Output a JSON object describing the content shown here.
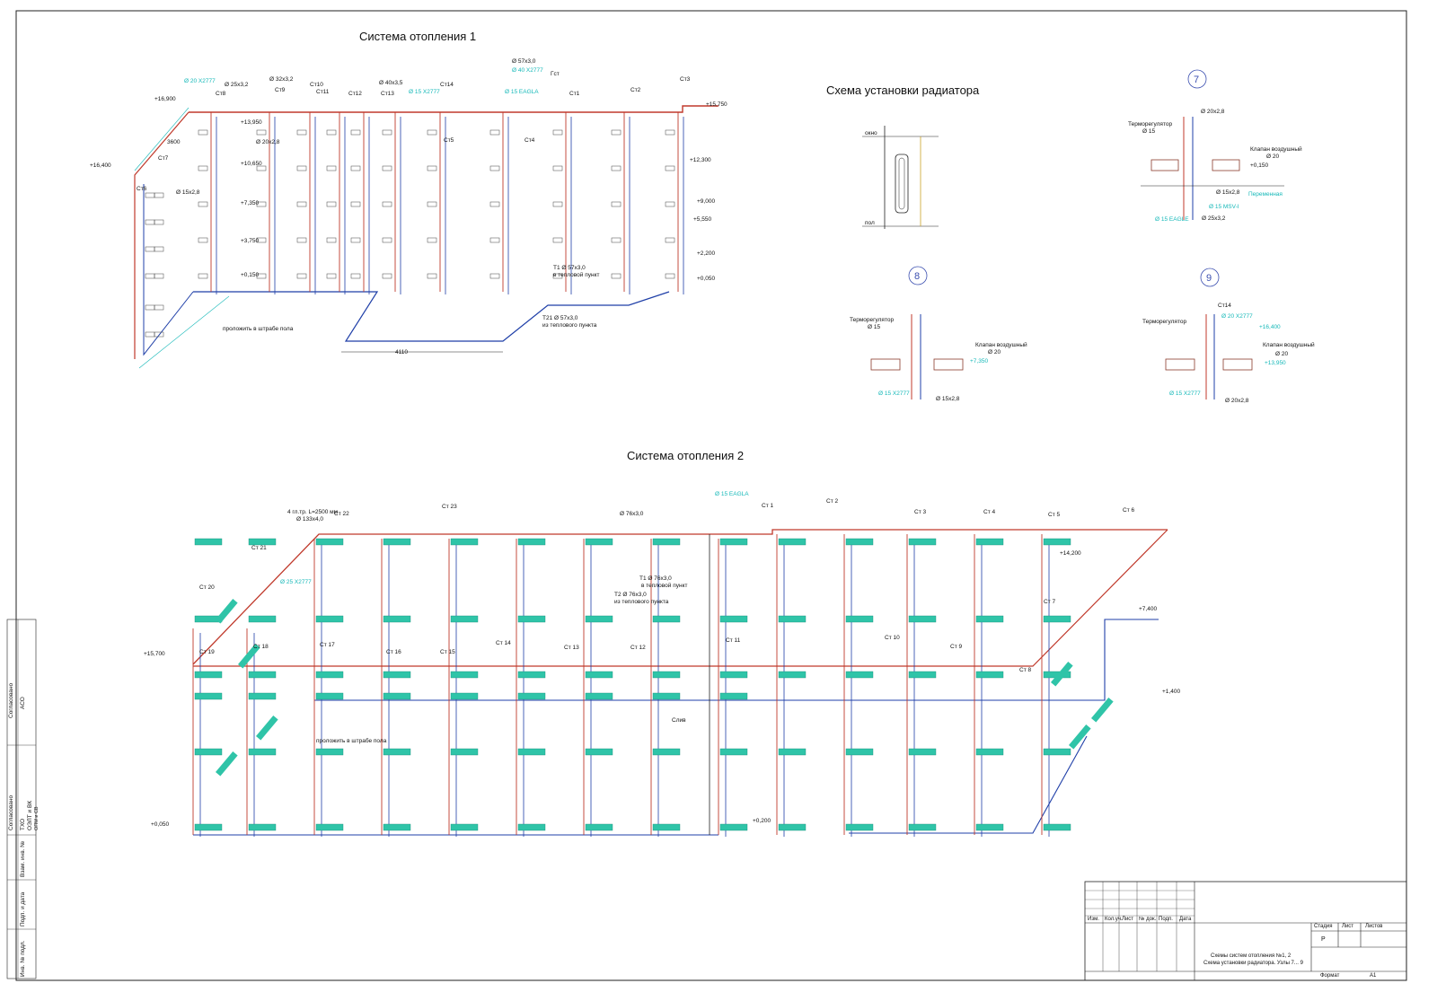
{
  "titles": {
    "system1": "Система отопления  1",
    "system2": "Система отопления  2",
    "radiator_scheme": "Схема установки радиатора"
  },
  "node_numbers": [
    "7",
    "8",
    "9"
  ],
  "colors": {
    "supply": "#c0392b",
    "return": "#1f3fa8",
    "radiator": "#2fc4a8",
    "annotation": "#14b8b8",
    "line": "#222222"
  },
  "system1": {
    "risers": [
      "Ст8",
      "Ст9",
      "Ст10",
      "Ст11",
      "Ст12",
      "Ст13",
      "Ст14",
      "Ст1",
      "Ст2",
      "Ст3",
      "Ст4",
      "Ст5",
      "Ст6",
      "Ст7",
      "Гст"
    ],
    "elevations": [
      "+16,900",
      "+16,400",
      "+15,750",
      "+13,950",
      "+12,300",
      "+10,650",
      "+9,000",
      "+7,350",
      "+5,550",
      "+3,750",
      "+2,200",
      "+0,150",
      "+0,050"
    ],
    "labels": [
      "Ø 25x3,2",
      "Ø 32x3,2",
      "Ø 40x3,5",
      "Ø 57x3,0",
      "Ø 20x2,8",
      "Ø 15x2,8",
      "Ø 20 X2777",
      "Ø 15 X2777",
      "Ø 15 EAGLA",
      "Ø 40 X2777",
      "Т1 Ø 57x3,0",
      "в тепловой пункт",
      "Т21 Ø 57x3,0",
      "из теплового пункта",
      "проложить в штрабе пола",
      "4110",
      "3600"
    ]
  },
  "system2": {
    "risers": [
      "Ст 1",
      "Ст 2",
      "Ст 3",
      "Ст 4",
      "Ст 5",
      "Ст 6",
      "Ст 7",
      "Ст 8",
      "Ст 9",
      "Ст 10",
      "Ст 11",
      "Ст 12",
      "Ст 13",
      "Ст 14",
      "Ст 15",
      "Ст 16",
      "Ст 17",
      "Ст 18",
      "Ст 19",
      "Ст 20",
      "Ст 21",
      "Ст 22",
      "Ст 23"
    ],
    "elevations": [
      "+15,700",
      "+14,200",
      "+7,400",
      "+1,400",
      "+0,200",
      "+0,050"
    ],
    "labels": [
      "4 гл.тр. L=2500 мм",
      "Ø 133x4,0",
      "Ø 76x3,0",
      "Ø 25 X2777",
      "Ø 15 EAGLA",
      "Т1 Ø 76x3,0",
      "в тепловой пункт",
      "Т2 Ø 76x3,0",
      "из теплового пункта",
      "проложить в штрабе пола",
      "Слив"
    ]
  },
  "node7": {
    "labels": [
      "Терморегулятор",
      "Ø 15",
      "Ø 20x2,8",
      "Клапан воздушный",
      "Ø 20",
      "+0,150",
      "Ø 15x2,8",
      "Ø 25x3,2",
      "Ø 15 MSV-I",
      "Ø 15 EAGLE",
      "Переменная"
    ]
  },
  "node8": {
    "labels": [
      "Терморегулятор",
      "Ø 15",
      "Клапан воздушный",
      "Ø 20",
      "+7,350",
      "Ø 15x2,8",
      "Ø 15 X2777"
    ]
  },
  "node9": {
    "labels": [
      "Терморегулятор",
      "Ст14",
      "Ø 20 X2777",
      "+16,400",
      "+13,950",
      "Клапан воздушный",
      "Ø 20",
      "Ø 20x2,8",
      "Ø 15 X2777"
    ]
  },
  "radiator_detail": {
    "labels": [
      "окно",
      "пол"
    ]
  },
  "side_stamp": [
    "Согласовано",
    "АСО",
    "Согласовано",
    "ТХО",
    "ОЭЛТ и ВК",
    "ОПМ и СВ",
    "Взам. инв. №",
    "Подп. и дата",
    "Инв. № подл."
  ],
  "title_block": {
    "headers": [
      "Изм.",
      "Кол.уч.",
      "Лист",
      "№ док.",
      "Подп.",
      "Дата"
    ],
    "stage_headers": [
      "Стадия",
      "Лист",
      "Листов"
    ],
    "stage_value": "Р",
    "sheet_title_line1": "Схемы систем отопления №1, 2",
    "sheet_title_line2": "Схема установки радиатора. Узлы 7... 9",
    "format_label": "Формат",
    "format_value": "А1"
  }
}
